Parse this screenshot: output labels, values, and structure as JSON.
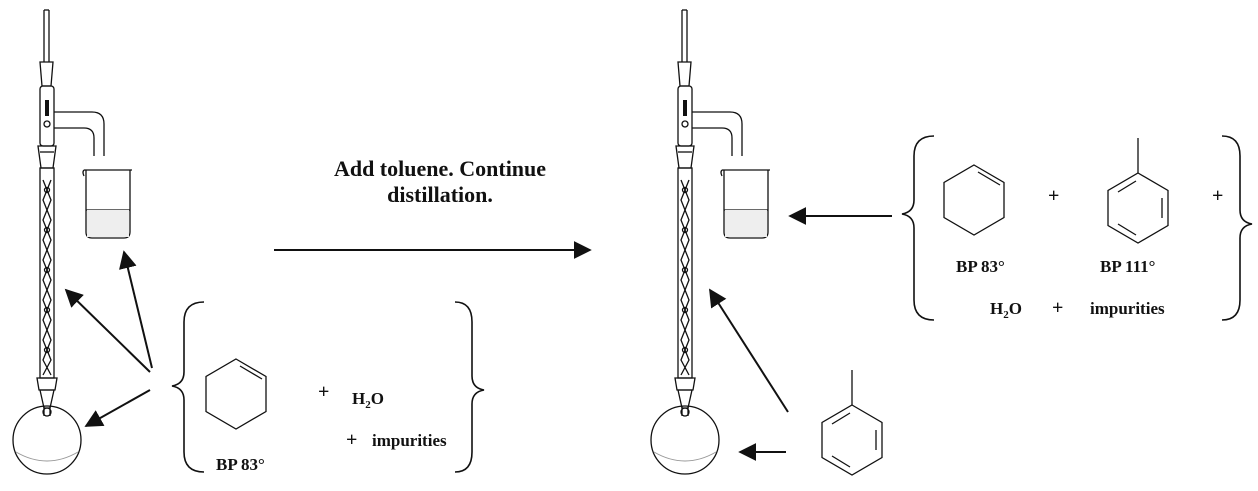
{
  "step_caption": {
    "line1": "Add toluene. Continue",
    "line2": "distillation."
  },
  "left_mixture": {
    "bp_cyclohexene": "BP 83°",
    "plus_1": "+",
    "water": {
      "base": "H",
      "sub": "2",
      "tail": "O"
    },
    "plus_2": "+",
    "impurities": "impurities"
  },
  "right_mixture": {
    "plus_1": "+",
    "plus_2": "+",
    "bp_cyclohexene": "BP 83°",
    "bp_toluene": "BP 111°",
    "water": {
      "base": "H",
      "sub": "2",
      "tail": "O"
    },
    "plus_3": "+",
    "impurities": "impurities"
  }
}
